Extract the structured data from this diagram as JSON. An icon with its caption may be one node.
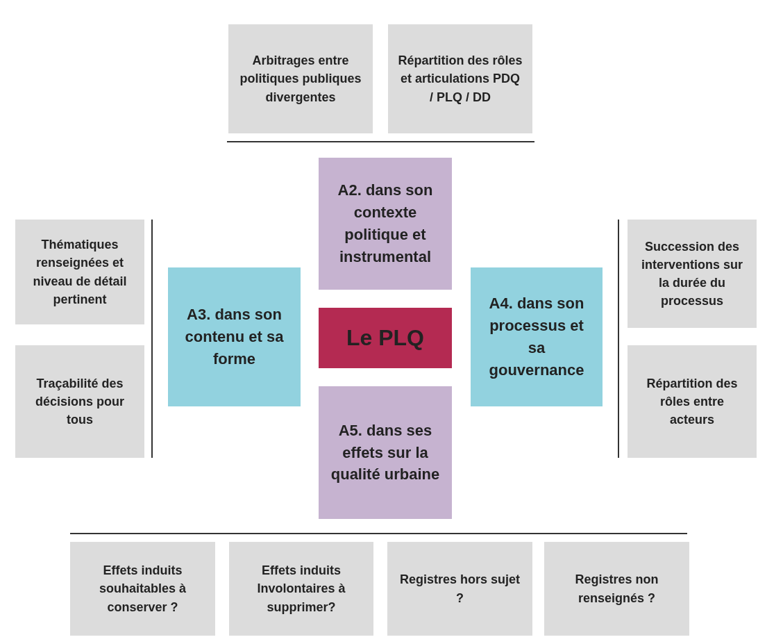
{
  "diagram": {
    "nodes": [
      {
        "text": [
          "Arbitrages entre politiques publiques divergentes"
        ]
      },
      {
        "text": [
          "Répartition des rôles et articulations PDQ / PLQ / DD"
        ]
      },
      {
        "text": [
          "A2. dans son contexte politique et instrumental"
        ]
      },
      {
        "text": [
          "Thématiques renseignées et niveau de détail pertinent"
        ]
      },
      {
        "text": [
          "A3. dans son contenu et sa forme"
        ]
      },
      {
        "text": [
          "Le PLQ"
        ]
      },
      {
        "text": [
          "A4. dans son processus et sa gouvernance"
        ]
      },
      {
        "text": [
          "Succession des interventions sur la durée du processus"
        ]
      },
      {
        "text": [
          "Traçabilité des décisions pour tous"
        ]
      },
      {
        "text": [
          "Répartition des rôles entre acteurs"
        ]
      },
      {
        "text": [
          "A5. dans ses effets sur la qualité urbaine"
        ]
      },
      {
        "text": [
          "Effets induits souhaitables à conserver ?"
        ]
      },
      {
        "text": [
          "Effets induits Involontaires à supprimer?"
        ]
      },
      {
        "text": [
          "Registres hors sujet ?"
        ]
      },
      {
        "text": [
          "Registres non renseignés ?"
        ]
      }
    ]
  }
}
